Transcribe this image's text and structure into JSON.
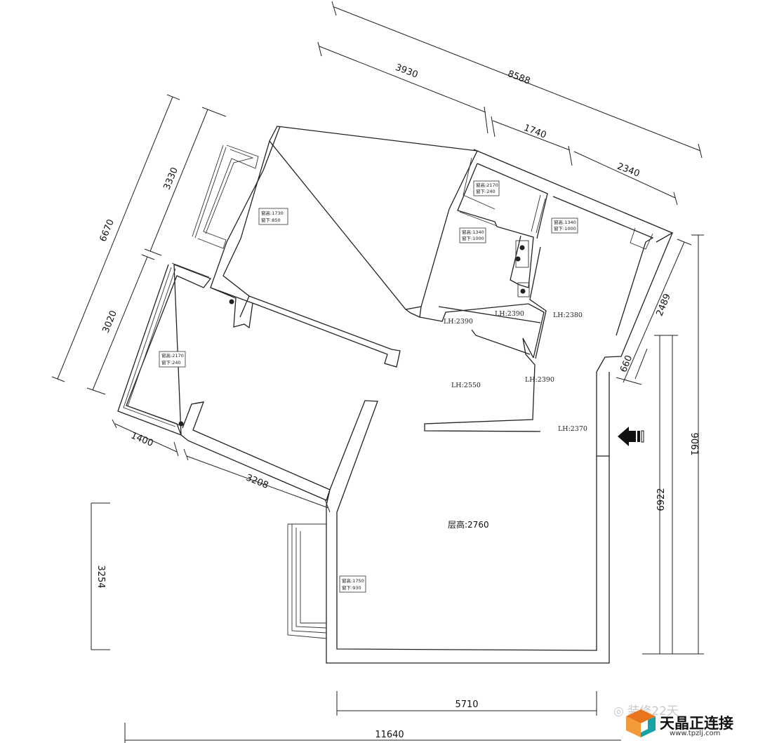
{
  "dimensions": {
    "top_total": "8588",
    "top_left": "3930",
    "top_mid": "1740",
    "top_right": "2340",
    "left_total": "6670",
    "left_upper": "3330",
    "left_lower": "3020",
    "right_upper": "2489",
    "right_small": "660",
    "right_total": "9061",
    "right_lower": "6922",
    "lower_left_a": "1400",
    "lower_left_b": "3208",
    "left_bottom": "3254",
    "bottom_mid": "5710",
    "bottom_total": "11640"
  },
  "room_heights": [
    "LH:2390",
    "LH:2390",
    "LH:2380",
    "LH:2550",
    "LH:2390",
    "LH:2370"
  ],
  "ceiling_label": "层高:2760",
  "window_tags": [
    {
      "height": "窗高:1730",
      "sill": "窗下:850"
    },
    {
      "height": "窗高:2170",
      "sill": "窗下:240"
    },
    {
      "height": "窗高:1340",
      "sill": "窗下:1000"
    },
    {
      "height": "窗高:1340",
      "sill": "窗下:1000"
    },
    {
      "height": "窗高:2170",
      "sill": "窗下:240"
    },
    {
      "height": "窗高:1750",
      "sill": "窗下:930"
    }
  ],
  "watermark": {
    "social": "装修22天",
    "name": "天晶正连接",
    "url": "www.tpzlj.com"
  },
  "icons": {
    "entrance": "entrance-arrow-icon",
    "logo": "cube-logo-icon",
    "wechat": "wechat-icon"
  },
  "colors": {
    "line": "#222222",
    "watermark_gray": "#c8c8c8",
    "logo_orange": "#e8741c",
    "logo_teal": "#17a3a5"
  }
}
